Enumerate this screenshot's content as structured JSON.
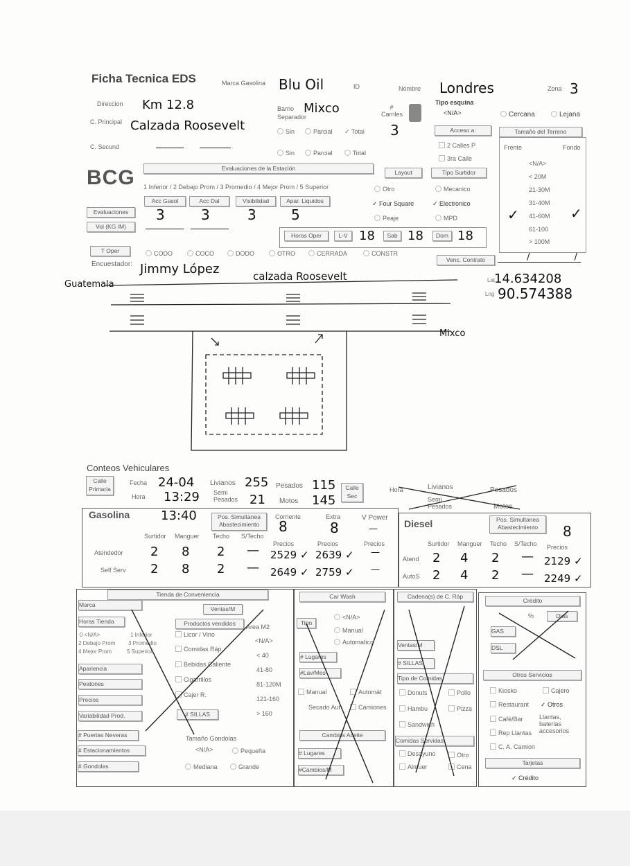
{
  "header": {
    "title": "Ficha Tecnica EDS",
    "marca_label": "Marca Gasolina",
    "marca_value": "Blu Oil",
    "id_label": "ID",
    "nombre_label": "Nombre",
    "nombre_value": "Londres",
    "zona_label": "Zona",
    "zona_value": "3",
    "direccion_label": "Direccion",
    "direccion_value": "Km 12.8",
    "barrio_label": "Barrio",
    "barrio_value": "Mixco",
    "separador_label": "Separador",
    "carriles_label": "# Carriles",
    "carriles_value": "3",
    "tipo_esquina_label": "Tipo esquina",
    "esquina_opts": [
      "<N/A>",
      "Cercana",
      "Lejana"
    ],
    "cprincipal_label": "C. Principal",
    "cprincipal_value": "Calzada Roosevelt",
    "csecund_label": "C. Secund",
    "sep_opts": [
      "Sin",
      "Parcial",
      "Total"
    ],
    "acceso_label": "Acceso a:",
    "acceso_opts": [
      "2 Calles P",
      "3ra Calle"
    ],
    "tamano_label": "Tamaño del Terreno",
    "frente_label": "Frente",
    "fondo_label": "Fondo",
    "tamano_opts": [
      "<N/A>",
      "< 20M",
      "21-30M",
      "31-40M",
      "41-60M",
      "61-100",
      "> 100M"
    ],
    "logo": "BCG",
    "eval_title": "Evaluaciones de la Estación",
    "eval_scale": "1 Inferior / 2 Debajo Prom / 3 Promedio / 4 Mejor Prom / 5 Superior",
    "eval_cols": [
      "Acc Gasol",
      "Acc Dal",
      "Visibilidad",
      "Apar. Liquidos"
    ],
    "eval_values": [
      "3",
      "3",
      "3",
      "5"
    ],
    "evaluaciones_btn": "Evaluaciones",
    "vol_btn": "Vol (KG /M)",
    "layout_btn": "Layout",
    "surtidor_btn": "Tipo Surtidor",
    "layout_opts": [
      "Otro",
      "Four Square",
      "Peaje"
    ],
    "surtidor_opts": [
      "Mecanico",
      "Electronico",
      "MPD"
    ],
    "horas_btn": "Horas Oper",
    "lv_label": "L-V",
    "lv_value": "18",
    "sab_label": "Sab",
    "sab_value": "18",
    "dom_label": "Dom",
    "dom_value": "18",
    "toper_btn": "T Oper",
    "toper_opts": [
      "CODO",
      "COCO",
      "DODO",
      "OTRO",
      "CERRADA",
      "CONSTR"
    ],
    "encuestador_label": "Encuestador:",
    "encuestador_value": "Jimmy López",
    "venc_btn": "Venc. Contrato",
    "venc_value": "/ /"
  },
  "sketch": {
    "left_label": "Guatemala",
    "road_label": "calzada Roosevelt",
    "right_label": "Mixco",
    "lat_label": "Lat",
    "lat_value": "14.634208",
    "lng_label": "Lng",
    "lng_value": "90.574388"
  },
  "conteos": {
    "title": "Conteos Vehiculares",
    "calle_primaria": "Calle Primaria",
    "fecha_label": "Fecha",
    "fecha_value": "24-04",
    "hora_label": "Hora",
    "hora_value": "13:29",
    "livianos_label": "Livianos",
    "livianos_value": "255",
    "semi_label": "Semi Pesados",
    "semi_value": "21",
    "pesados_label": "Pesados",
    "pesados_value": "115",
    "motos_label": "Motos",
    "motos_value": "145",
    "calle_sec": "Calle Sec",
    "hora2_label": "Hora",
    "livianos2_label": "Livianos",
    "pesados2_label": "Pesados",
    "semi2_label": "Semi Pesados",
    "motos2_label": "Motos"
  },
  "gasolina": {
    "title": "Gasolina",
    "time_value": "13:40",
    "pos_btn": "Pos. Simultanea Abastecimiento",
    "corriente_label": "Corriente",
    "corriente_value": "8",
    "extra_label": "Extra",
    "extra_value": "8",
    "vpower_label": "V Power",
    "vpower_value": "—",
    "cols": [
      "Surtidor",
      "Manguer",
      "Techo",
      "S/Techo",
      "Precios",
      "Precios",
      "Precios"
    ],
    "rows": [
      {
        "label": "Atendedor",
        "values": [
          "2",
          "8",
          "2",
          "—",
          "2529 ✓",
          "2639 ✓",
          "—"
        ]
      },
      {
        "label": "Self Serv",
        "values": [
          "2",
          "8",
          "2",
          "—",
          "2649 ✓",
          "2759 ✓",
          "—"
        ]
      }
    ]
  },
  "diesel": {
    "title": "Diesel",
    "pos_btn": "Pos. Simultanea Abastecimiento",
    "pos_value": "8",
    "cols": [
      "Surtidor",
      "Manguer",
      "Techo",
      "S/Techo",
      "Precios"
    ],
    "rows": [
      {
        "label": "Atend",
        "values": [
          "2",
          "4",
          "2",
          "—",
          "2129 ✓"
        ]
      },
      {
        "label": "AutoS",
        "values": [
          "2",
          "4",
          "2",
          "—",
          "2249 ✓"
        ]
      }
    ]
  },
  "tienda": {
    "title": "Tienda de Conveniencia",
    "marca": "Marca",
    "ventas": "Ventas/M",
    "horas": "Horas Tienda",
    "productos": "Productos vendidos",
    "area": "Area M2",
    "scale": [
      "0 <N/A>",
      "1 Inferior",
      "2 Debajo Prom",
      "3 Promedio",
      "4 Mejor Prom",
      "5 Superior"
    ],
    "prod_opts": [
      "Licor / Vino",
      "Comidas Ráp",
      "Bebidas Caliente",
      "Cigarrillos",
      "Cajer R."
    ],
    "area_opts": [
      "<N/A>",
      "< 40",
      "41-80",
      "81-120M",
      "121-160",
      "> 160"
    ],
    "attrs": [
      "Apariencia",
      "Peatones",
      "Precios",
      "Variabilidad Prod."
    ],
    "sillas": "# SILLAS",
    "puertas": "# Puertas Neveras",
    "estac": "# Estacionamientos",
    "gondolas": "# Gondolas",
    "tamano_gond": "Tamaño Gondolas",
    "gond_opts": [
      "<N/A>",
      "Pequeña",
      "Mediana",
      "Grande"
    ]
  },
  "carwash": {
    "title": "Car Wash",
    "tipo": "Tipo",
    "tipo_opts": [
      "<N/A>",
      "Manual",
      "Automatico"
    ],
    "lugares": "# Lugares",
    "lavmes": "#Lav/Mes",
    "opts": [
      "Manual",
      "Automát",
      "Secado Aut",
      "Camiones"
    ],
    "cambios_title": "Cambios Aceite",
    "lugares2": "# Lugares",
    "cambios": "#Cambios/M"
  },
  "cadena": {
    "title": "Cadena(s) de C. Ráp",
    "ventas": "Ventas/M",
    "sillas": "# SILLAS",
    "tipo": "Tipo de Comidas",
    "opts": [
      "Donuts",
      "Pollo",
      "Hambu",
      "Pizza",
      "Sandwich"
    ],
    "servidas": "Comidas Servidas",
    "serv_opts": [
      "Desayuno",
      "Otro",
      "Almuer",
      "Cena"
    ]
  },
  "credito": {
    "title": "Crédito",
    "pct": "%",
    "dias": "Dias",
    "gas": "GAS",
    "dsl": "DSL",
    "otros_title": "Otros Servicios",
    "otros_opts": [
      "Kiosko",
      "Cajero",
      "Restaurant",
      "Otros",
      "Café/Bar",
      "Llantas, baterias accesorios",
      "Rep Llantas",
      "C. A. Camion"
    ],
    "tarjetas": "Tarjetas",
    "credito_opt": "Crédito"
  }
}
